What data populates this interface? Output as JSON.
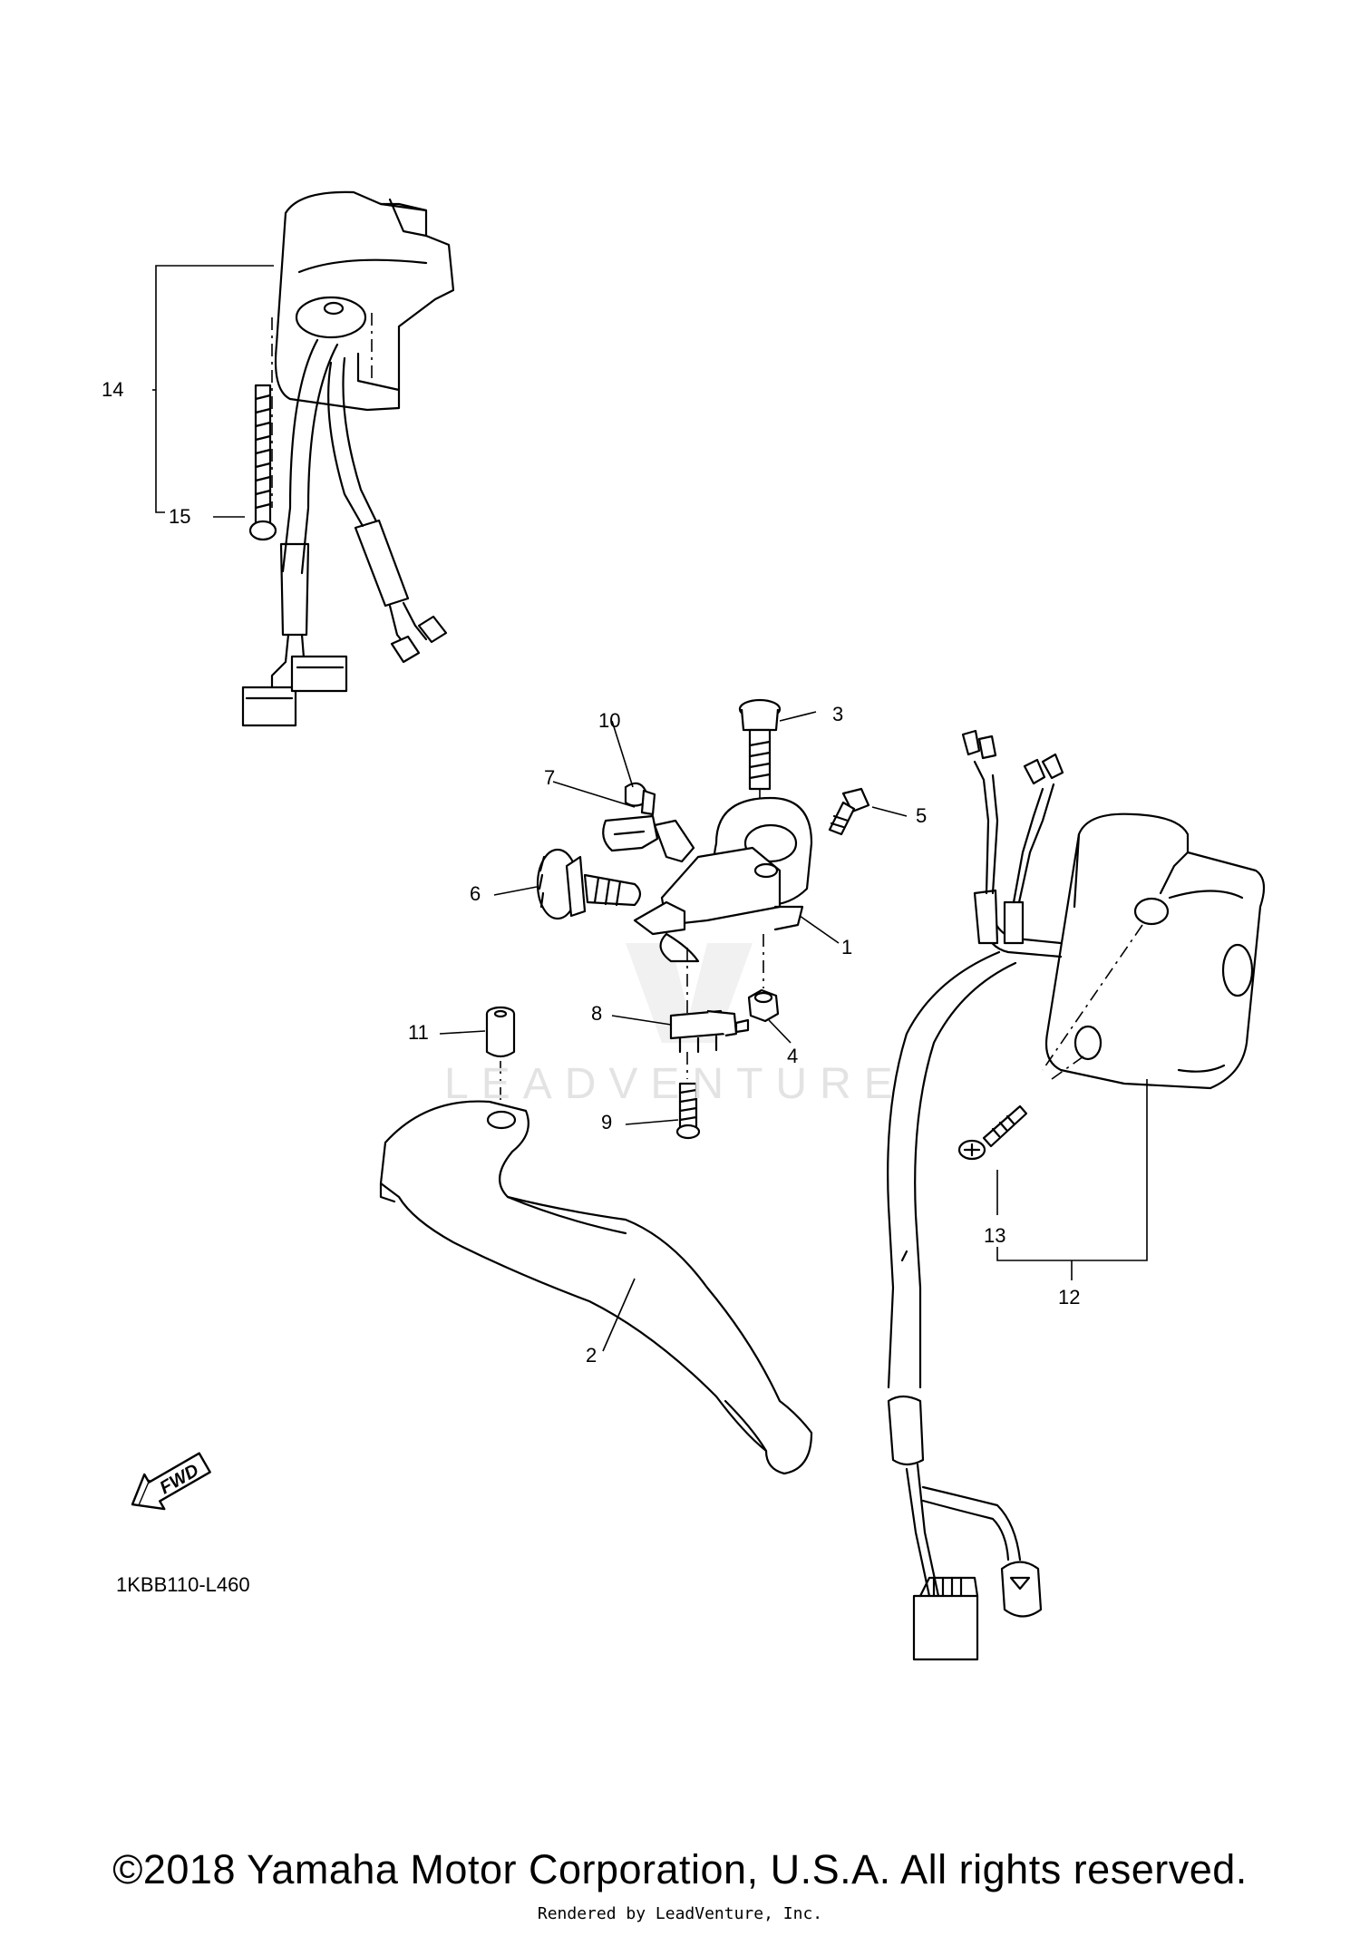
{
  "diagram": {
    "code": "1KBB110-L460",
    "watermark": "LEADVENTURE",
    "fwd_label": "FWD",
    "copyright": "©2018 Yamaha Motor Corporation, U.S.A. All rights reserved.",
    "rendered_by": "Rendered by LeadVenture, Inc."
  },
  "callouts": [
    "1",
    "2",
    "3",
    "4",
    "5",
    "6",
    "7",
    "8",
    "9",
    "10",
    "11",
    "12",
    "13",
    "14",
    "15"
  ]
}
